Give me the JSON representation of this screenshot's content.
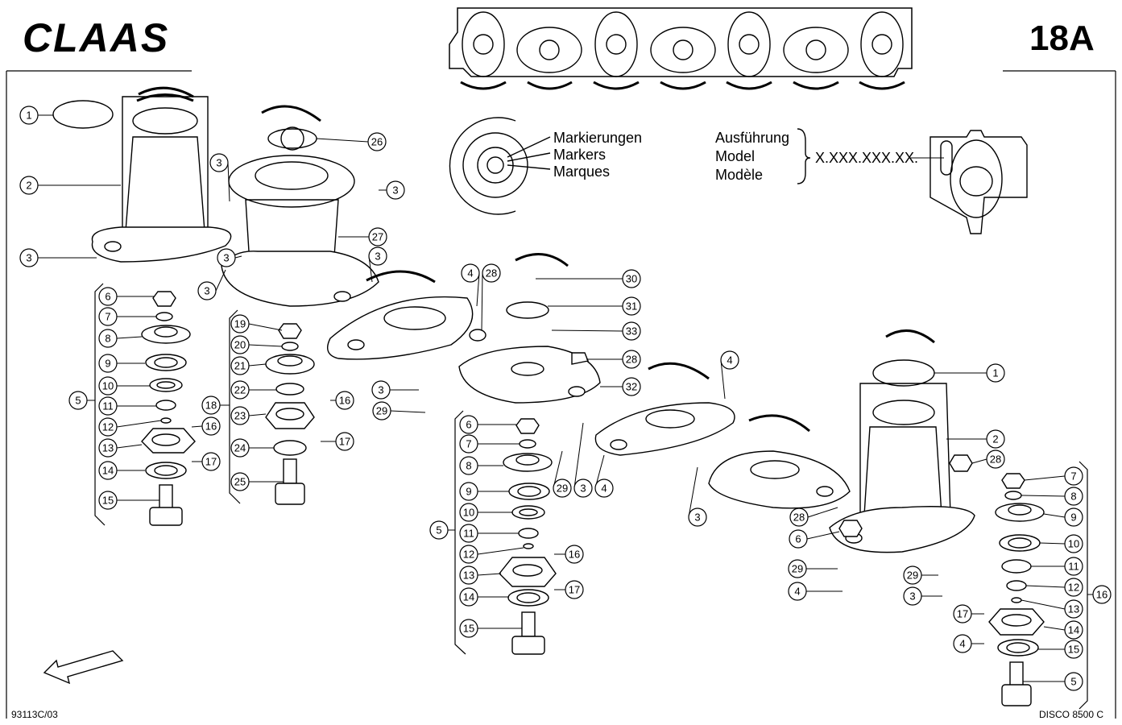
{
  "header": {
    "brand": "CLAAS",
    "page_number": "18A"
  },
  "markers_legend": {
    "line_de": "Markierungen",
    "line_en": "Markers",
    "line_fr": "Marques"
  },
  "model_legend": {
    "line_de": "Ausführung",
    "line_en": "Model",
    "line_fr": "Modèle",
    "placeholder": "X.XXX.XXX.XX."
  },
  "footer": {
    "drawing_number": "93113C/03",
    "machine": "DISCO 8500 C"
  },
  "callouts": [
    "1",
    "2",
    "3",
    "3",
    "3",
    "6",
    "7",
    "8",
    "9",
    "10",
    "11",
    "12",
    "13",
    "14",
    "15",
    "5",
    "16",
    "17",
    "26",
    "3",
    "27",
    "3",
    "3",
    "19",
    "20",
    "21",
    "22",
    "23",
    "24",
    "25",
    "18",
    "16",
    "17",
    "4",
    "28",
    "30",
    "31",
    "33",
    "28",
    "32",
    "4",
    "3",
    "29",
    "6",
    "7",
    "8",
    "9",
    "10",
    "11",
    "12",
    "13",
    "14",
    "15",
    "5",
    "16",
    "17",
    "29",
    "3",
    "4",
    "1",
    "2",
    "28",
    "3",
    "28",
    "6",
    "7",
    "8",
    "9",
    "10",
    "11",
    "12",
    "13",
    "14",
    "15",
    "5",
    "16",
    "17",
    "4",
    "29",
    "4",
    "29",
    "3"
  ]
}
